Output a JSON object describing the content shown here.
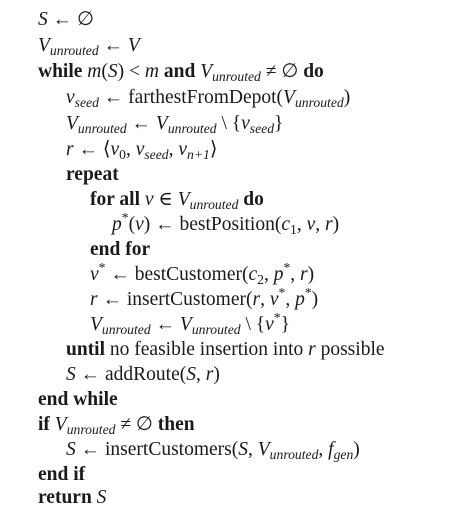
{
  "algorithm": {
    "keywords": {
      "while": "while",
      "and": "and",
      "do": "do",
      "repeat": "repeat",
      "for_all": "for all",
      "end_for": "end for",
      "until": "until",
      "end_while": "end while",
      "if": "if",
      "then": "then",
      "end_if": "end if",
      "return": "return"
    },
    "functions": {
      "farthest": "farthestFromDepot",
      "best_position": "bestPosition",
      "best_customer": "bestCustomer",
      "insert_customer": "insertCustomer",
      "add_route": "addRoute",
      "insert_customers": "insertCustomers"
    },
    "text": {
      "until_phrase": "no feasible insertion into",
      "possible": "possible"
    },
    "symbols": {
      "S": "S",
      "V": "V",
      "v": "v",
      "r": "r",
      "m": "m",
      "c": "c",
      "f": "f",
      "p": "p",
      "unrouted": "unrouted",
      "seed": "seed",
      "gen": "gen",
      "sub0": "0",
      "subn1": "n+1",
      "sub1": "1",
      "sub2": "2",
      "star": "*",
      "arrow": "←",
      "empty": "∅",
      "neq": "≠",
      "lt": "<",
      "in": "∈",
      "setminus": "\\",
      "comma": ",",
      "lparen": "(",
      "rparen": ")",
      "lbrace": "{",
      "rbrace": "}",
      "langle": "⟨",
      "rangle": "⟩"
    }
  }
}
